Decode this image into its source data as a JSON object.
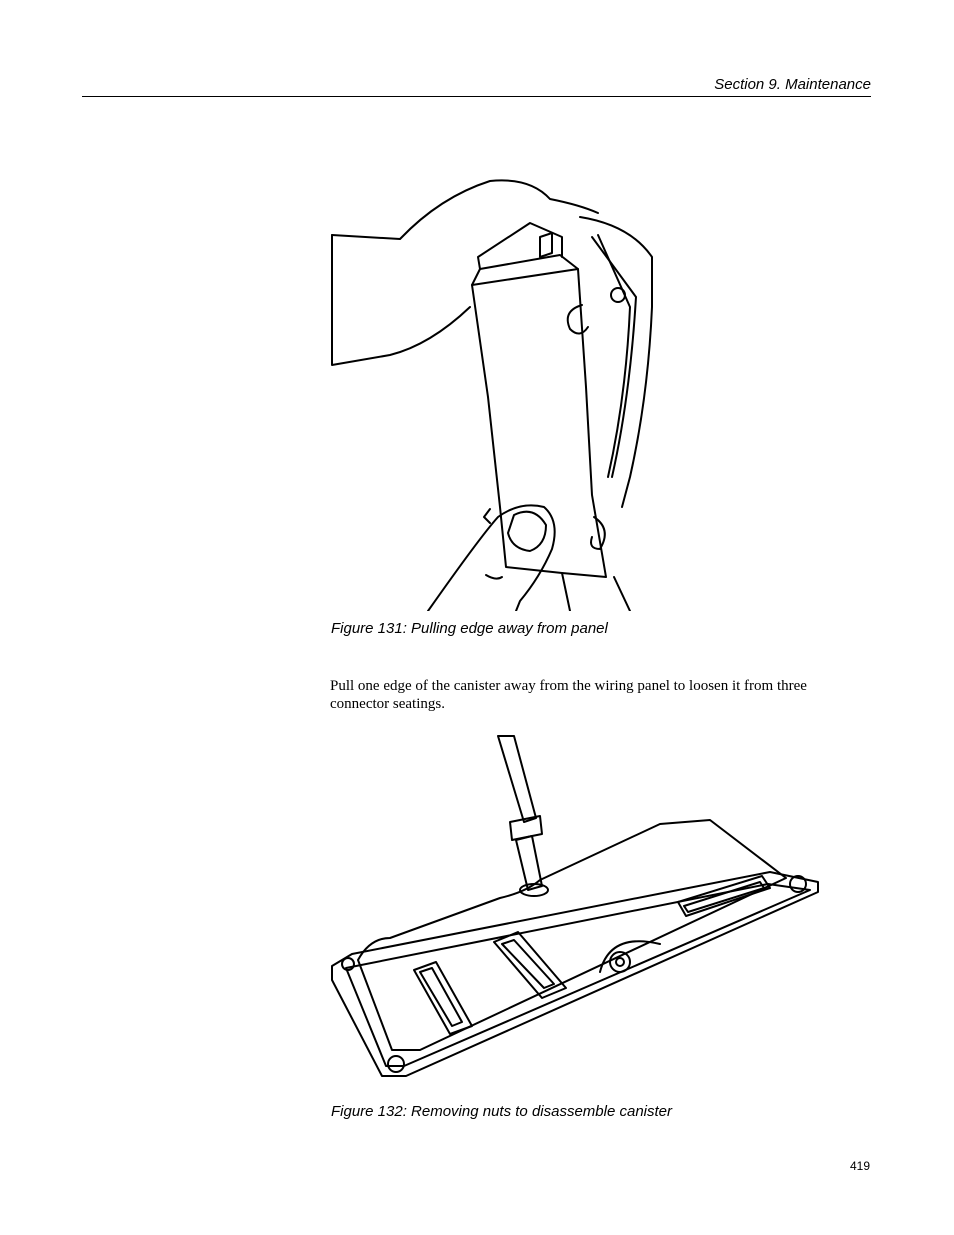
{
  "header": {
    "section_title": "Section 9.  Maintenance"
  },
  "figures": [
    {
      "caption": "Figure 131: Pulling edge away from panel",
      "icon": "hand-pulling-canister-illustration"
    },
    {
      "caption": "Figure 132: Removing nuts to disassemble canister",
      "icon": "screwdriver-canister-illustration"
    }
  ],
  "body": {
    "paragraph": "Pull one edge of the canister away from the wiring panel to loosen it from three connector seatings."
  },
  "footer": {
    "page_number": "419"
  }
}
